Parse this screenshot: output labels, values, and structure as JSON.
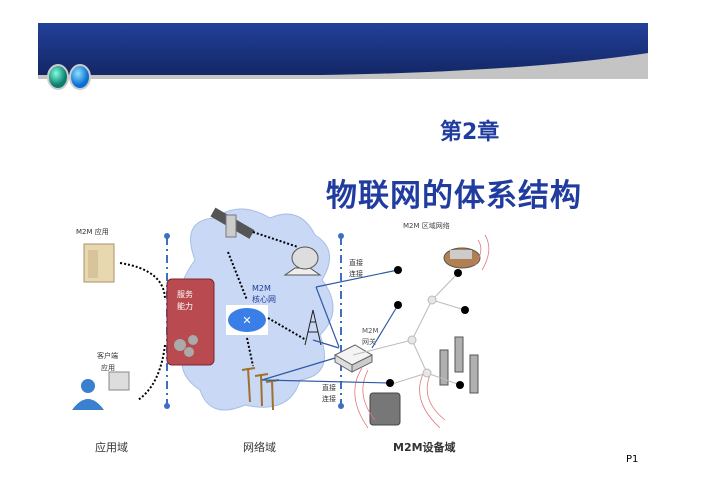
{
  "slide": {
    "chapter": "第2章",
    "title": "物联网的体系结构",
    "page": "P1"
  },
  "diagram": {
    "m2m_app": "M2M 应用",
    "service_capability": [
      "服务",
      "能力"
    ],
    "core_network": [
      "M2M",
      "核心网"
    ],
    "direct_connect_top": [
      "直接",
      "连接"
    ],
    "area_network": "M2M 区域网络",
    "gateway": [
      "M2M",
      "网关"
    ],
    "client_app": [
      "客户端",
      "应用"
    ],
    "direct_connect_bottom": [
      "直接",
      "连接"
    ],
    "domains": [
      "应用域",
      "网络域",
      "M2M设备域"
    ]
  },
  "colors": {
    "banner": "#1e3a8f",
    "title": "#1f3c9e",
    "service_box": "#b94a4f",
    "cloud": "#c9d8f5"
  }
}
